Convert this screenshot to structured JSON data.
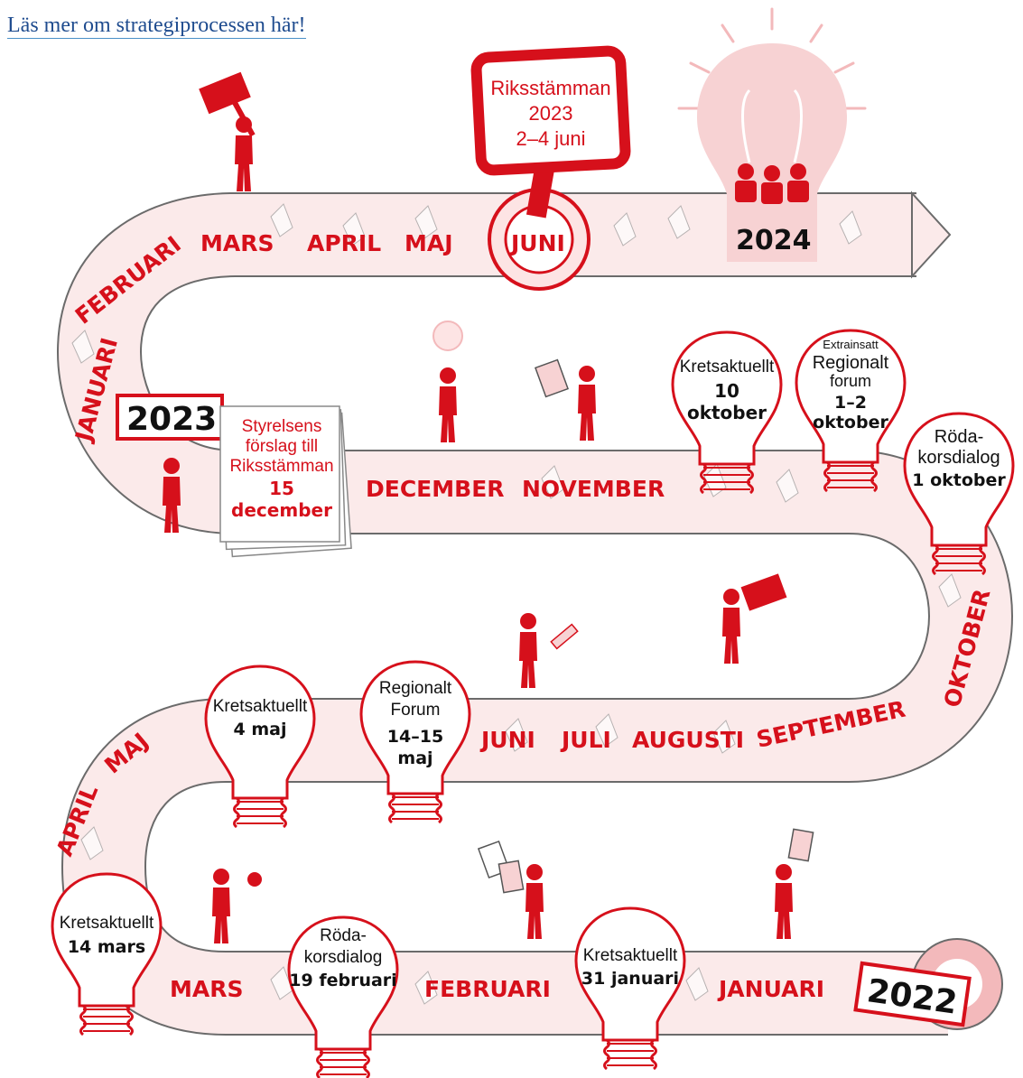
{
  "link": {
    "text": "Läs mer om strategiprocessen här!"
  },
  "years": {
    "y2022": "2022",
    "y2023": "2023",
    "y2024": "2024"
  },
  "sign": {
    "line1": "Riksstämman",
    "line2": "2023",
    "line3": "2–4 juni"
  },
  "months": {
    "row1": {
      "januari": "JANUARI",
      "februari": "FEBRUARI",
      "mars": "MARS",
      "april": "APRIL",
      "maj": "MAJ",
      "juni": "JUNI"
    },
    "row2": {
      "december": "DECEMBER",
      "november": "NOVEMBER"
    },
    "row3": {
      "oktober": "OKTOBER",
      "september": "SEPTEMBER",
      "augusti": "AUGUSTI",
      "juli": "JULI",
      "juni": "JUNI",
      "maj": "MAJ",
      "april": "APRIL"
    },
    "row4": {
      "mars": "MARS",
      "februari": "FEBRUARI",
      "januari": "JANUARI"
    }
  },
  "styrelsen": {
    "l1": "Styrelsens",
    "l2": "förslag till",
    "l3": "Riksstämman",
    "l4": "15",
    "l5": "december"
  },
  "events": {
    "kretsaktuellt_okt": {
      "title": "Kretsaktuellt",
      "d1": "10",
      "d2": "oktober"
    },
    "regionalt_okt": {
      "note": "Extrainsatt",
      "t1": "Regionalt",
      "t2": "forum",
      "d1": "1–2",
      "d2": "oktober"
    },
    "roda_okt": {
      "t1": "Röda-",
      "t2": "korsdialog",
      "d1": "1 oktober"
    },
    "kretsaktuellt_maj": {
      "title": "Kretsaktuellt",
      "d1": "4 maj"
    },
    "regionalt_maj": {
      "t1": "Regionalt",
      "t2": "Forum",
      "d1": "14–15",
      "d2": "maj"
    },
    "kretsaktuellt_mars": {
      "title": "Kretsaktuellt",
      "d1": "14 mars"
    },
    "roda_feb": {
      "t1": "Röda-",
      "t2": "korsdialog",
      "d1": "19 februari"
    },
    "kretsaktuellt_jan": {
      "title": "Kretsaktuellt",
      "d1": "31 januari"
    }
  },
  "colors": {
    "red": "#d6101b",
    "pink": "#f7d9d9",
    "road": "#fbeaea",
    "outline": "#6b6b6b"
  }
}
